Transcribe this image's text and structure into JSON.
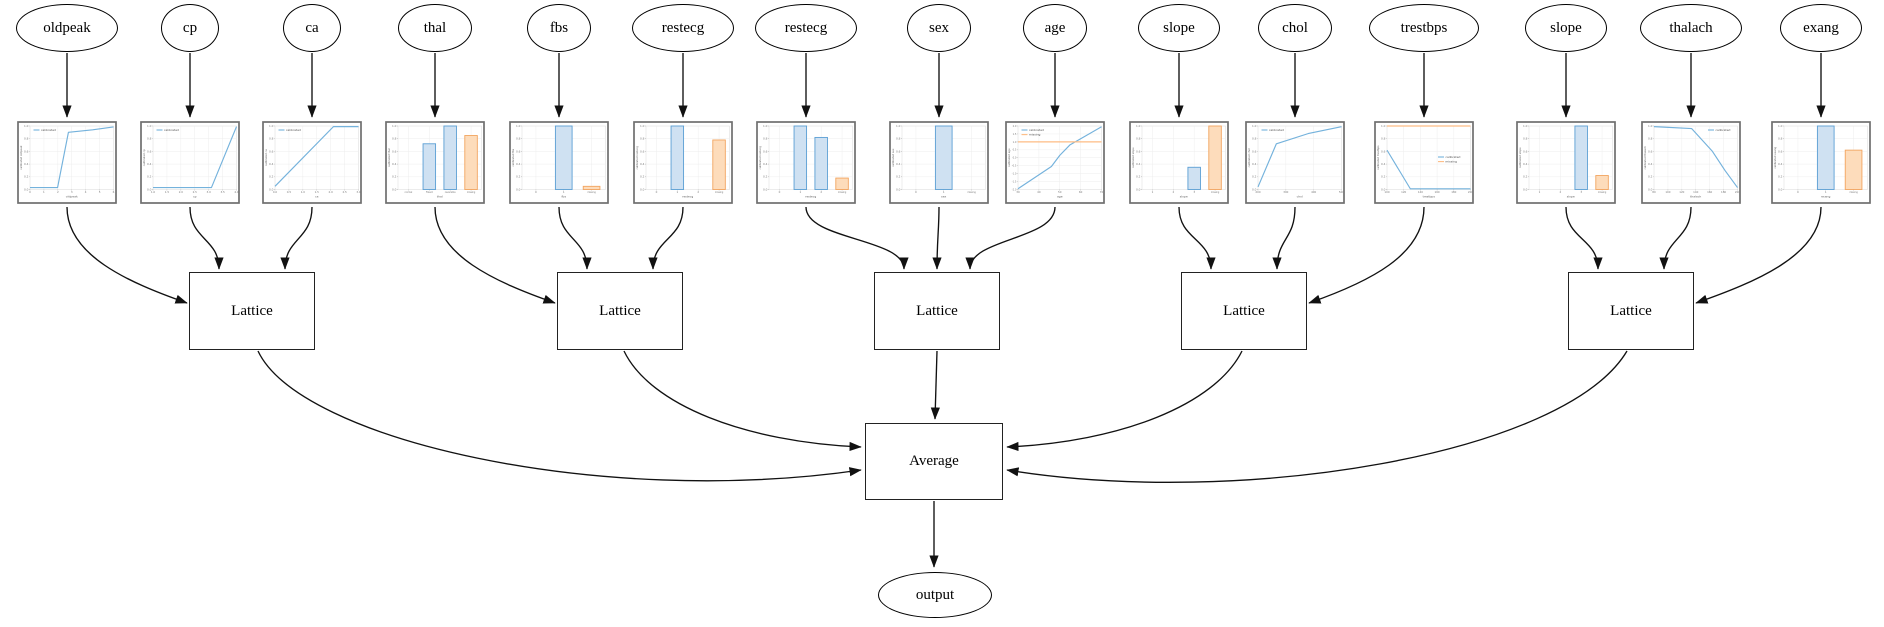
{
  "diagram": {
    "feature_nodes": [
      "oldpeak",
      "cp",
      "ca",
      "thal",
      "fbs",
      "restecg",
      "restecg",
      "sex",
      "age",
      "slope",
      "chol",
      "trestbps",
      "slope",
      "thalach",
      "exang"
    ],
    "lattice_label": "Lattice",
    "lattice_count": 5,
    "average_label": "Average",
    "output_label": "output",
    "groups": [
      [
        0,
        1,
        2
      ],
      [
        3,
        4,
        5
      ],
      [
        6,
        7,
        8
      ],
      [
        9,
        10,
        11
      ],
      [
        12,
        13,
        14
      ]
    ]
  },
  "colors": {
    "calibrated_line": "#74b2dc",
    "missing_line": "#fdbc84",
    "bar_blue_fill": "#cfe1f2",
    "bar_blue_stroke": "#5b9fd4",
    "bar_orange_fill": "#fddcbb",
    "bar_orange_stroke": "#f2a45f",
    "edge": "#111111",
    "chart_frame": "#6f6f6f",
    "grid": "#ececec",
    "tick_text": "#7a7a7a"
  },
  "chart_data": [
    {
      "feature": "oldpeak",
      "type": "line",
      "xlabel": "oldpeak",
      "ylabel": "calibrated oldpeak",
      "ylim": [
        0,
        1
      ],
      "y_ticks": [
        "1.0",
        "0.8",
        "0.6",
        "0.4",
        "0.2",
        "0.0"
      ],
      "x_ticks": [
        "0",
        "1",
        "2",
        "3",
        "4",
        "5",
        "6"
      ],
      "legend": [
        {
          "name": "calibrated",
          "color": "blue"
        }
      ],
      "legend_pos": "tl",
      "series": [
        {
          "name": "calibrated",
          "color": "blue",
          "points": [
            [
              0,
              0.03
            ],
            [
              0.33,
              0.03
            ],
            [
              0.46,
              0.9
            ],
            [
              0.75,
              0.94
            ],
            [
              1,
              0.985
            ]
          ]
        }
      ]
    },
    {
      "feature": "cp",
      "type": "line",
      "xlabel": "cp",
      "ylabel": "calibrated cp",
      "ylim": [
        0,
        1
      ],
      "y_ticks": [
        "1.0",
        "0.8",
        "0.6",
        "0.4",
        "0.2",
        "0.0"
      ],
      "x_ticks": [
        "1.0",
        "1.5",
        "2.0",
        "2.5",
        "3.0",
        "3.5",
        "4.0"
      ],
      "legend": [
        {
          "name": "calibrated",
          "color": "blue"
        }
      ],
      "legend_pos": "tl",
      "series": [
        {
          "name": "calibrated",
          "color": "blue",
          "points": [
            [
              0,
              0.03
            ],
            [
              0.7,
              0.03
            ],
            [
              1,
              0.99
            ]
          ]
        }
      ]
    },
    {
      "feature": "ca",
      "type": "line",
      "xlabel": "ca",
      "ylabel": "calibrated ca",
      "ylim": [
        0,
        1
      ],
      "y_ticks": [
        "1.0",
        "0.8",
        "0.6",
        "0.4",
        "0.2",
        "0.0"
      ],
      "x_ticks": [
        "0.0",
        "0.5",
        "1.0",
        "1.5",
        "2.0",
        "2.5",
        "3.0"
      ],
      "legend": [
        {
          "name": "calibrated",
          "color": "blue"
        }
      ],
      "legend_pos": "tl",
      "series": [
        {
          "name": "calibrated",
          "color": "blue",
          "points": [
            [
              0,
              0.05
            ],
            [
              0.7,
              0.99
            ],
            [
              1,
              0.99
            ]
          ]
        }
      ]
    },
    {
      "feature": "thal",
      "type": "bar",
      "xlabel": "thal",
      "ylabel": "calibrated thal",
      "ylim": [
        0,
        1
      ],
      "y_ticks": [
        "1.0",
        "0.8",
        "0.6",
        "0.4",
        "0.2",
        "0.0"
      ],
      "categories": [
        "normal",
        "fixed",
        "reversible",
        "missing"
      ],
      "values": [
        0,
        0.72,
        1.0,
        0.85
      ],
      "bar_colors": [
        "blue",
        "blue",
        "blue",
        "orange"
      ]
    },
    {
      "feature": "fbs",
      "type": "bar",
      "xlabel": "fbs",
      "ylabel": "calibrated fbs",
      "ylim": [
        0,
        1
      ],
      "y_ticks": [
        "1.0",
        "0.8",
        "0.6",
        "0.4",
        "0.2",
        "0.0"
      ],
      "categories": [
        "0",
        "1",
        "missing"
      ],
      "values": [
        0,
        1.0,
        0.05
      ],
      "bar_colors": [
        "blue",
        "blue",
        "orange"
      ]
    },
    {
      "feature": "restecg",
      "type": "bar",
      "xlabel": "restecg",
      "ylabel": "calibrated restecg",
      "ylim": [
        0,
        1
      ],
      "y_ticks": [
        "1.0",
        "0.8",
        "0.6",
        "0.4",
        "0.2",
        "0.0"
      ],
      "categories": [
        "0",
        "1",
        "2",
        "missing"
      ],
      "values": [
        0,
        1.0,
        0,
        0.78
      ],
      "bar_colors": [
        "blue",
        "blue",
        "blue",
        "orange"
      ]
    },
    {
      "feature": "restecg",
      "type": "bar",
      "xlabel": "restecg",
      "ylabel": "calibrated restecg",
      "ylim": [
        0,
        1
      ],
      "y_ticks": [
        "1.0",
        "0.8",
        "0.6",
        "0.4",
        "0.2",
        "0.0"
      ],
      "categories": [
        "0",
        "1",
        "2",
        "missing"
      ],
      "values": [
        0,
        1.0,
        0.82,
        0.18
      ],
      "bar_colors": [
        "blue",
        "blue",
        "blue",
        "orange"
      ]
    },
    {
      "feature": "sex",
      "type": "bar",
      "xlabel": "sex",
      "ylabel": "calibrated sex",
      "ylim": [
        0,
        1
      ],
      "y_ticks": [
        "1.0",
        "0.8",
        "0.6",
        "0.4",
        "0.2",
        "0.0"
      ],
      "categories": [
        "0",
        "1",
        "missing"
      ],
      "values": [
        0,
        1.0,
        0
      ],
      "bar_colors": [
        "blue",
        "blue",
        "orange"
      ]
    },
    {
      "feature": "age",
      "type": "line",
      "xlabel": "age",
      "ylabel": "calibrated age",
      "ylim": [
        -2,
        2
      ],
      "y_ticks": [
        "2.0",
        "1.5",
        "1.0",
        "0.5",
        "0.0",
        "-0.5",
        "-1.0",
        "-1.5",
        "-2.0"
      ],
      "x_ticks": [
        "30",
        "40",
        "50",
        "60",
        "70"
      ],
      "legend": [
        {
          "name": "calibrated",
          "color": "blue"
        },
        {
          "name": "missing",
          "color": "orange"
        }
      ],
      "legend_pos": "tl",
      "series": [
        {
          "name": "calibrated",
          "color": "blue",
          "points": [
            [
              0,
              -1.95
            ],
            [
              0.4,
              -0.55
            ],
            [
              0.5,
              0.15
            ],
            [
              0.62,
              0.8
            ],
            [
              0.8,
              1.35
            ],
            [
              1,
              1.95
            ]
          ]
        },
        {
          "name": "missing",
          "color": "orange",
          "points": [
            [
              0,
              1.0
            ],
            [
              1,
              1.0
            ]
          ]
        }
      ]
    },
    {
      "feature": "slope",
      "type": "bar",
      "xlabel": "slope",
      "ylabel": "calibrated slope",
      "ylim": [
        0,
        1
      ],
      "y_ticks": [
        "1.0",
        "0.8",
        "0.6",
        "0.4",
        "0.2",
        "0.0"
      ],
      "categories": [
        "1",
        "2",
        "3",
        "missing"
      ],
      "values": [
        0,
        0,
        0.35,
        1.0
      ],
      "bar_colors": [
        "blue",
        "blue",
        "blue",
        "orange"
      ]
    },
    {
      "feature": "chol",
      "type": "line",
      "xlabel": "chol",
      "ylabel": "calibrated chol",
      "ylim": [
        0,
        1
      ],
      "y_ticks": [
        "1.0",
        "0.8",
        "0.6",
        "0.4",
        "0.2",
        "0.0"
      ],
      "x_ticks": [
        "200",
        "300",
        "400",
        "500"
      ],
      "legend": [
        {
          "name": "calibrated",
          "color": "blue"
        }
      ],
      "legend_pos": "tl",
      "series": [
        {
          "name": "calibrated",
          "color": "blue",
          "points": [
            [
              0,
              0.04
            ],
            [
              0.22,
              0.72
            ],
            [
              0.6,
              0.88
            ],
            [
              1,
              0.99
            ]
          ]
        }
      ]
    },
    {
      "feature": "trestbps",
      "type": "line",
      "xlabel": "trestbps",
      "ylabel": "calibrated trestbps",
      "ylim": [
        0,
        1
      ],
      "y_ticks": [
        "1.0",
        "0.8",
        "0.6",
        "0.4",
        "0.2",
        "0.0"
      ],
      "x_ticks": [
        "100",
        "120",
        "140",
        "160",
        "180",
        "200"
      ],
      "legend": [
        {
          "name": "calibrated",
          "color": "blue"
        },
        {
          "name": "missing",
          "color": "orange"
        }
      ],
      "legend_pos": "rc",
      "series": [
        {
          "name": "calibrated",
          "color": "blue",
          "points": [
            [
              0,
              0.62
            ],
            [
              0.28,
              0.01
            ],
            [
              1,
              0.01
            ]
          ]
        },
        {
          "name": "missing",
          "color": "orange",
          "points": [
            [
              0,
              1.0
            ],
            [
              1,
              1.0
            ]
          ]
        }
      ]
    },
    {
      "feature": "slope",
      "type": "bar",
      "xlabel": "slope",
      "ylabel": "calibrated slope",
      "ylim": [
        0,
        1
      ],
      "y_ticks": [
        "1.0",
        "0.8",
        "0.6",
        "0.4",
        "0.2",
        "0.0"
      ],
      "categories": [
        "1",
        "2",
        "3",
        "missing"
      ],
      "values": [
        0,
        0,
        1.0,
        0.22
      ],
      "bar_colors": [
        "blue",
        "blue",
        "blue",
        "orange"
      ]
    },
    {
      "feature": "thalach",
      "type": "line",
      "xlabel": "thalach",
      "ylabel": "calibrated thalach",
      "ylim": [
        0,
        1
      ],
      "y_ticks": [
        "1.0",
        "0.8",
        "0.6",
        "0.4",
        "0.2",
        "0.0"
      ],
      "x_ticks": [
        "80",
        "100",
        "120",
        "140",
        "160",
        "180",
        "200"
      ],
      "legend": [
        {
          "name": "calibrated",
          "color": "blue"
        }
      ],
      "legend_pos": "tr",
      "series": [
        {
          "name": "calibrated",
          "color": "blue",
          "points": [
            [
              0,
              0.99
            ],
            [
              0.45,
              0.96
            ],
            [
              0.7,
              0.6
            ],
            [
              0.85,
              0.3
            ],
            [
              1,
              0.03
            ]
          ]
        }
      ]
    },
    {
      "feature": "exang",
      "type": "bar",
      "xlabel": "exang",
      "ylabel": "calibrated exang",
      "ylim": [
        0,
        1
      ],
      "y_ticks": [
        "1.0",
        "0.8",
        "0.6",
        "0.4",
        "0.2",
        "0.0"
      ],
      "categories": [
        "0",
        "1",
        "missing"
      ],
      "values": [
        0,
        1.0,
        0.62
      ],
      "bar_colors": [
        "blue",
        "blue",
        "orange"
      ]
    }
  ]
}
